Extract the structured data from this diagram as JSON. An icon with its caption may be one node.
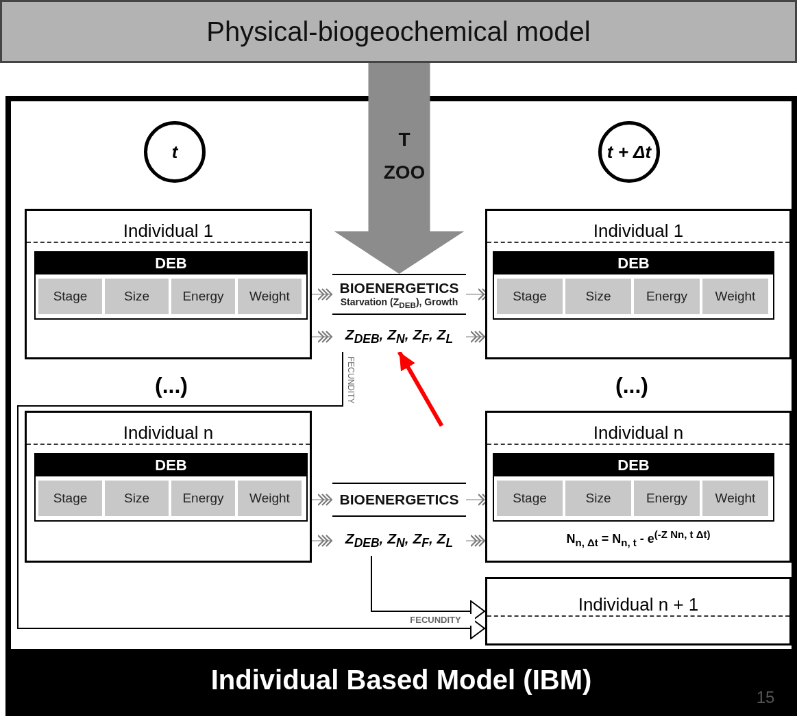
{
  "diagram": {
    "nodes": [
      {
        "text": [
          "Physical-biogeochemical model"
        ]
      },
      {
        "text": [
          "Individual Based Model (IBM)"
        ]
      },
      {
        "text": [
          "t"
        ],
        "in": 1
      },
      {
        "text": [
          "t + Δt"
        ],
        "in": 1
      },
      {
        "text": [
          "Individual 1"
        ],
        "in": 1
      },
      {
        "text": [
          "DEB"
        ],
        "in": 4
      },
      {
        "text": [
          "Stage"
        ],
        "in": 5
      },
      {
        "text": [
          "Size"
        ],
        "in": 5
      },
      {
        "text": [
          "Energy"
        ],
        "in": 5
      },
      {
        "text": [
          "Weight"
        ],
        "in": 5
      },
      {
        "text": [
          "Individual 1"
        ],
        "in": 1
      },
      {
        "text": [
          "DEB"
        ],
        "in": 10
      },
      {
        "text": [
          "Stage"
        ],
        "in": 11
      },
      {
        "text": [
          "Size"
        ],
        "in": 11
      },
      {
        "text": [
          "Energy"
        ],
        "in": 11
      },
      {
        "text": [
          "Weight"
        ],
        "in": 11
      },
      {
        "text": [
          "Individual n"
        ],
        "in": 1
      },
      {
        "text": [
          "DEB"
        ],
        "in": 16
      },
      {
        "text": [
          "Stage"
        ],
        "in": 17
      },
      {
        "text": [
          "Size"
        ],
        "in": 17
      },
      {
        "text": [
          "Energy"
        ],
        "in": 17
      },
      {
        "text": [
          "Weight"
        ],
        "in": 17
      },
      {
        "text": [
          "Individual n",
          "N$_{n, Δt}$ = N$_{n, t}$ - e$^{(-Z Nn, t Δt)}$"
        ],
        "in": 1
      },
      {
        "text": [
          "DEB"
        ],
        "in": 22
      },
      {
        "text": [
          "Stage"
        ],
        "in": 23
      },
      {
        "text": [
          "Size"
        ],
        "in": 23
      },
      {
        "text": [
          "Energy"
        ],
        "in": 23
      },
      {
        "text": [
          "Weight"
        ],
        "in": 23
      },
      {
        "text": [
          "Individual n + 1"
        ],
        "in": 1
      },
      {
        "text": [
          "BIOENERGETICS",
          "Starvation (Z$_{DEB}$), Growth"
        ],
        "in": 1
      },
      {
        "text": [
          "Z$_{DEB}$, Z$_{N}$, Z$_{F}$, Z$_{L}$"
        ],
        "in": 1
      },
      {
        "text": [
          "BIOENERGETICS"
        ],
        "in": 1
      },
      {
        "text": [
          "Z$_{DEB}$, Z$_{N}$, Z$_{F}$, Z$_{L}$"
        ],
        "in": 1
      }
    ],
    "edges": [
      {
        "from": 0,
        "to": 29,
        "arrow": "to",
        "label": "T ZOO",
        "style": "thick",
        "color": "#8c8c8c"
      },
      {
        "from": 5,
        "to": 29,
        "arrow": "to"
      },
      {
        "from": 29,
        "to": 11,
        "arrow": "to"
      },
      {
        "from": 4,
        "to": 30,
        "arrow": "to"
      },
      {
        "from": 30,
        "to": 10,
        "arrow": "to"
      },
      {
        "from": 17,
        "to": 31,
        "arrow": "to"
      },
      {
        "from": 31,
        "to": 23,
        "arrow": "to"
      },
      {
        "from": 16,
        "to": 32,
        "arrow": "to"
      },
      {
        "from": 32,
        "to": 22,
        "arrow": "to"
      },
      {
        "from": 30,
        "to": 28,
        "arrow": "to",
        "label": "FECUNDITY",
        "color": "#000000"
      },
      {
        "from": 32,
        "to": 28,
        "arrow": "to",
        "label": "FECUNDITY",
        "color": "#000000"
      },
      {
        "from": null,
        "to": 30,
        "arrow": "to",
        "style": "thick",
        "color": "#ff0000"
      }
    ],
    "labels": [
      "(...)",
      "(...)",
      "15"
    ]
  }
}
